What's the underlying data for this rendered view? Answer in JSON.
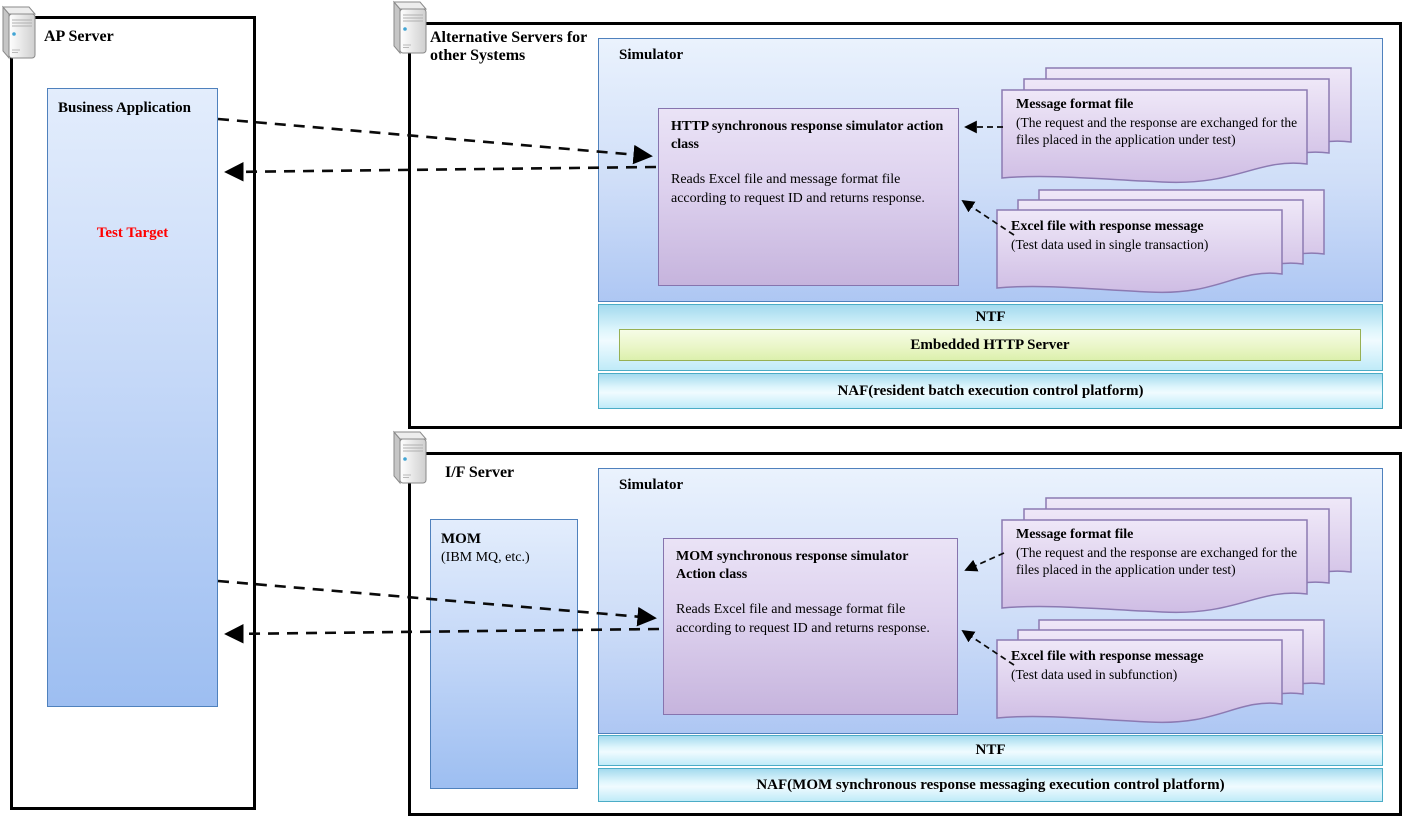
{
  "colors": {
    "box_border_blue": "#4f81bd",
    "purple_border": "#8674ae",
    "cyan_border": "#4bacc6",
    "green_border": "#97b054",
    "test_target_red": "#ff0000"
  },
  "ap_server": {
    "icon": "server",
    "label": "AP Server",
    "business_application": {
      "title": "Business Application",
      "test_target": "Test Target"
    }
  },
  "alt_servers": {
    "icon": "server",
    "label": "Alternative Servers for other Systems",
    "simulator": {
      "label": "Simulator",
      "action_class": {
        "title": "HTTP synchronous response simulator action class",
        "body": "Reads Excel file and message format file according to request ID and returns response."
      },
      "message_format_file": {
        "title": "Message format file",
        "desc": "(The request and the response are exchanged for the files placed in the application under test)"
      },
      "excel_file": {
        "title": "Excel file with response message",
        "desc": "(Test data used in single transaction)"
      }
    },
    "ntf": "NTF",
    "embedded_http_server": "Embedded HTTP Server",
    "naf": "NAF(resident batch execution control platform)"
  },
  "if_server": {
    "icon": "server",
    "label": "I/F Server",
    "mom": {
      "title": "MOM",
      "desc": "(IBM MQ, etc.)"
    },
    "simulator": {
      "label": "Simulator",
      "action_class": {
        "title": "MOM synchronous response simulator Action class",
        "body": "Reads Excel file and message format file according to request ID and returns response."
      },
      "message_format_file": {
        "title": "Message format file",
        "desc": "(The request and the response are exchanged for the files placed in the application under test)"
      },
      "excel_file": {
        "title": "Excel file with response message",
        "desc": "(Test data used in subfunction)"
      }
    },
    "ntf": "NTF",
    "naf": "NAF(MOM synchronous response messaging execution control platform)"
  }
}
